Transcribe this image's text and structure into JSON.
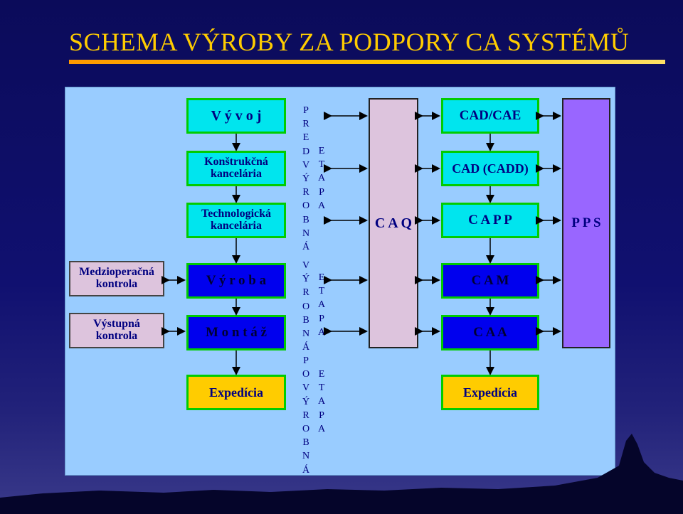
{
  "title": "SCHEMA VÝROBY ZA PODPORY CA SYSTÉMŮ",
  "left_column": {
    "vyvoj": "V ý v o j",
    "konstrukcna": [
      "Konštrukčná",
      "kancelária"
    ],
    "technologicka": [
      "Technologická",
      "kancelária"
    ],
    "vyroba": "V ý r o b a",
    "montaz": "M o n t á ž",
    "expedicia": "Expedícia"
  },
  "side_boxes": {
    "medzioperacna": [
      "Medzioperačná",
      "kontrola"
    ],
    "vystupna": [
      "Výstupná",
      "kontrola"
    ]
  },
  "vertical_labels": {
    "predvyrobna": [
      "P",
      "R",
      "E",
      "D",
      "V",
      "Ý",
      "R",
      "O",
      "B",
      "N",
      "Á"
    ],
    "etapa1": [
      "E",
      "T",
      "A",
      "P",
      "A"
    ],
    "vyrobna": [
      "V",
      "Ý",
      "R",
      "O",
      "B",
      "N",
      "Á"
    ],
    "etapa2": [
      "E",
      "T",
      "A",
      "P",
      "A"
    ],
    "povyrobna": [
      "P",
      "O",
      "V",
      "Ý",
      "R",
      "O",
      "B",
      "N",
      "Á"
    ],
    "etapa3": [
      "E",
      "T",
      "A",
      "P",
      "A"
    ]
  },
  "right_column": {
    "caq": "C A Q",
    "cad_cae": "CAD/CAE",
    "cad_cadd": "CAD (CADD)",
    "capp": "C A P P",
    "cam": "C A M",
    "caa": "C A A",
    "expedicia": "Expedícia",
    "pps": "P P S"
  },
  "colors": {
    "cyan": "#00e5ee",
    "blue": "#0000ee",
    "yellow": "#ffcc00",
    "pink": "#ddc4dd",
    "violet": "#9966ff",
    "panel": "#99ccff",
    "title": "#ffcc00"
  }
}
